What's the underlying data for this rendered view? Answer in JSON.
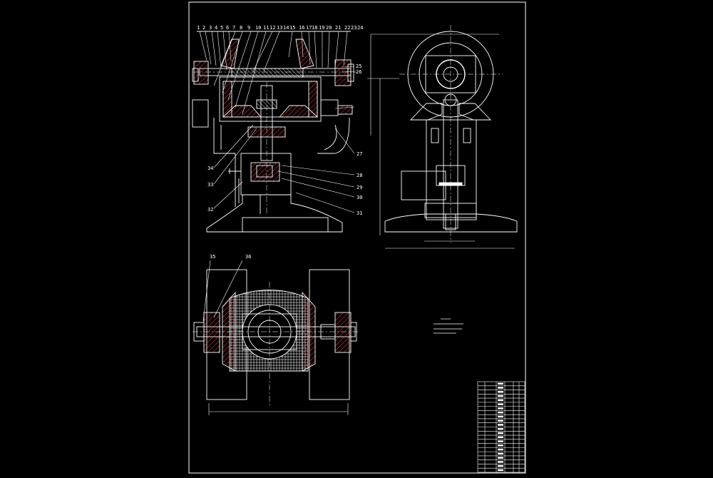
{
  "drawing": {
    "balloons_top": [
      "1",
      "2",
      "3",
      "4",
      "5",
      "6",
      "7",
      "8",
      "9",
      "10",
      "11",
      "12",
      "13",
      "14",
      "15",
      "16",
      "17",
      "18",
      "19",
      "20",
      "21",
      "22",
      "23",
      "24"
    ],
    "balloons_right": [
      "25",
      "26"
    ],
    "balloons_left": [
      "34",
      "33",
      "32"
    ],
    "balloons_mid": [
      "27",
      "28",
      "29",
      "30",
      "31"
    ],
    "balloons_plan": [
      "35",
      "36"
    ],
    "colors": {
      "background": "#000000",
      "line": "#ffffff",
      "hatch": "#ff3b3b",
      "section": "#ffffff"
    }
  }
}
